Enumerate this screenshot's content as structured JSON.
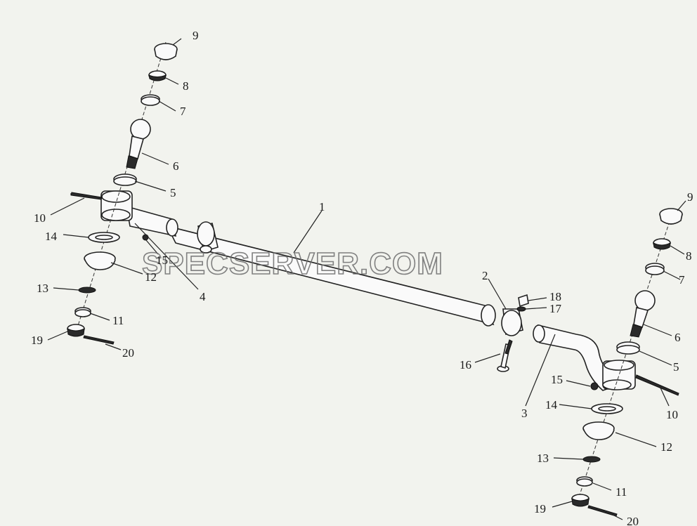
{
  "watermark": "SPECSERVER.COM",
  "callouts": {
    "c1": "1",
    "c2": "2",
    "c3": "3",
    "c4": "4",
    "l5": "5",
    "l6": "6",
    "l7": "7",
    "l8": "8",
    "l9": "9",
    "l10": "10",
    "l11": "11",
    "l12": "12",
    "l13": "13",
    "l14": "14",
    "l15": "15",
    "l19": "19",
    "l20": "20",
    "r5": "5",
    "r6": "6",
    "r7": "7",
    "r8": "8",
    "r9": "9",
    "r10": "10",
    "r11": "11",
    "r12": "12",
    "r13": "13",
    "r14": "14",
    "r15": "15",
    "r16": "16",
    "r17": "17",
    "r18": "18",
    "r19": "19",
    "r20": "20"
  }
}
